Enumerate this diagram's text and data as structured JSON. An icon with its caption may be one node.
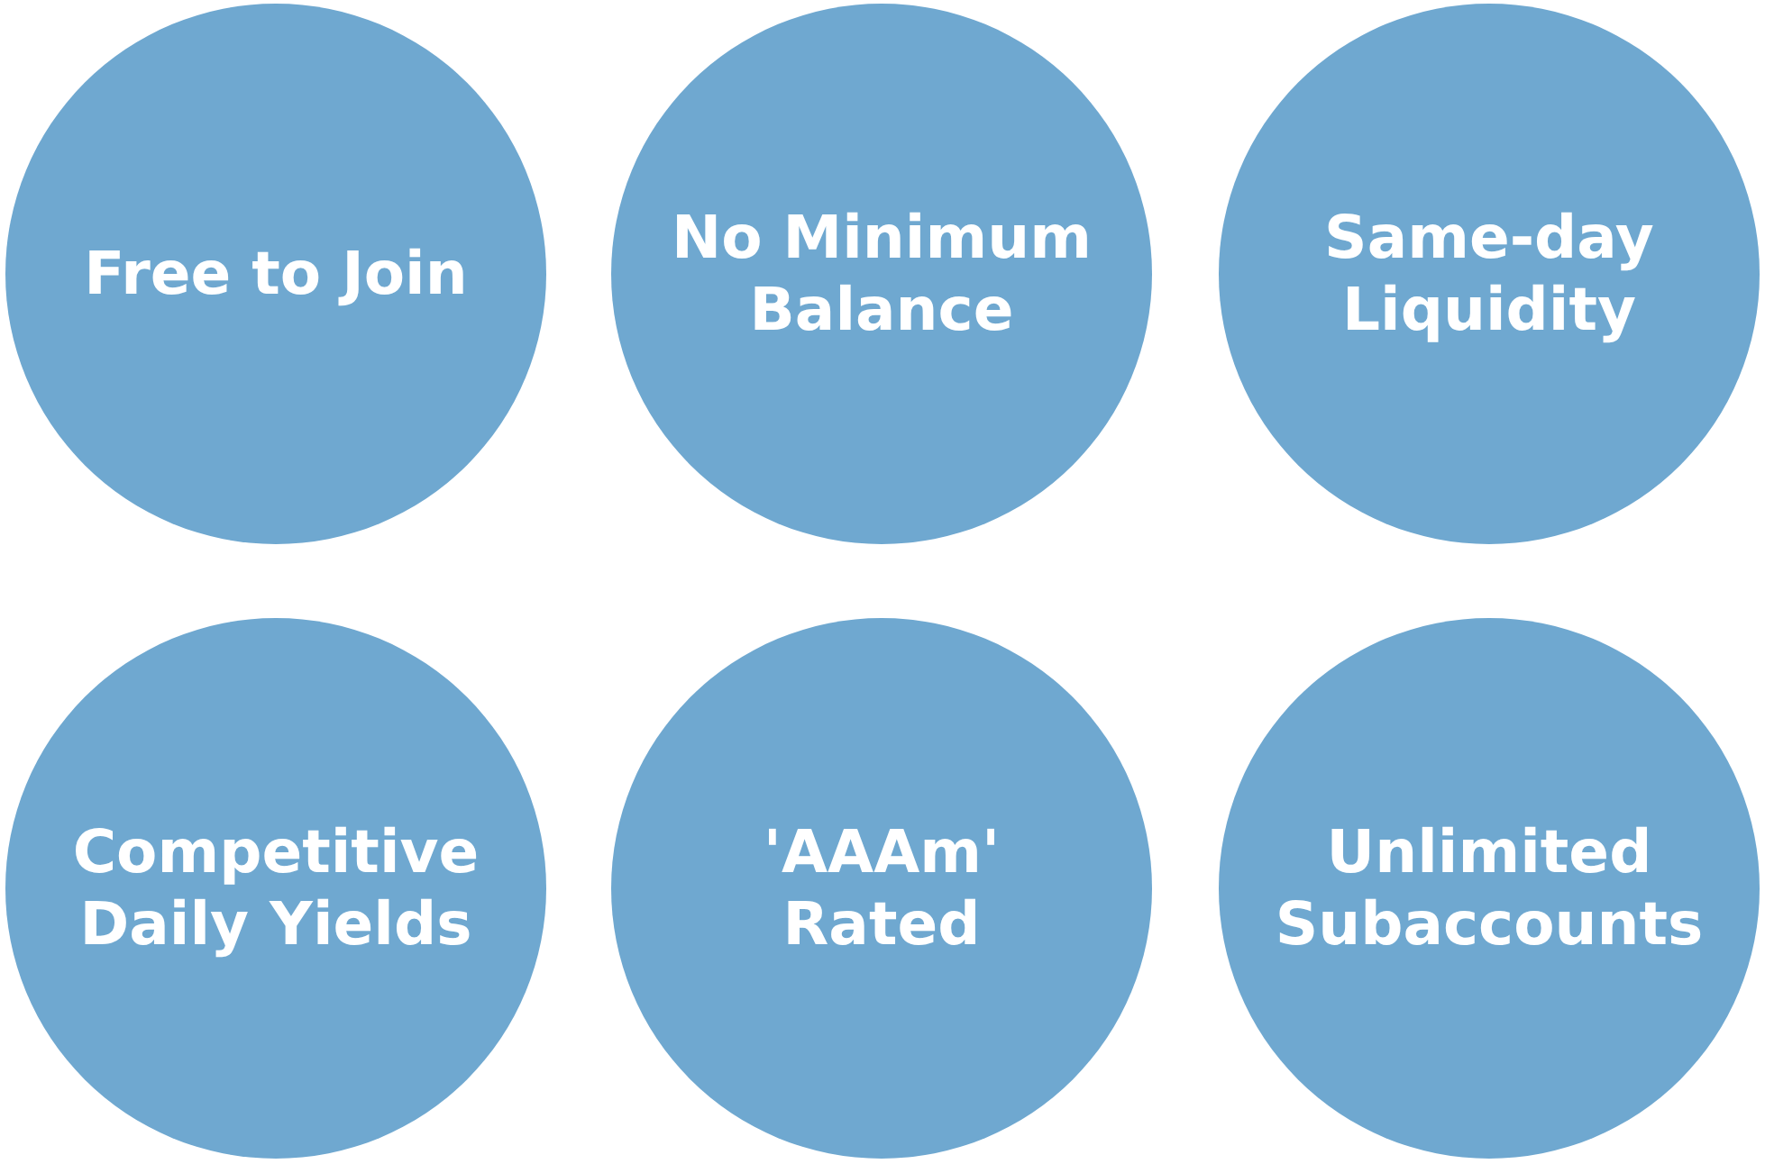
{
  "diagram": {
    "nodes": [
      {
        "text": [
          "Free to Join"
        ]
      },
      {
        "text": [
          "No Minimum Balance"
        ]
      },
      {
        "text": [
          "Same-day Liquidity"
        ]
      },
      {
        "text": [
          "Competitive Daily Yields"
        ]
      },
      {
        "text": [
          "'AAAm' Rated"
        ]
      },
      {
        "text": [
          "Unlimited Subaccounts"
        ]
      }
    ]
  }
}
